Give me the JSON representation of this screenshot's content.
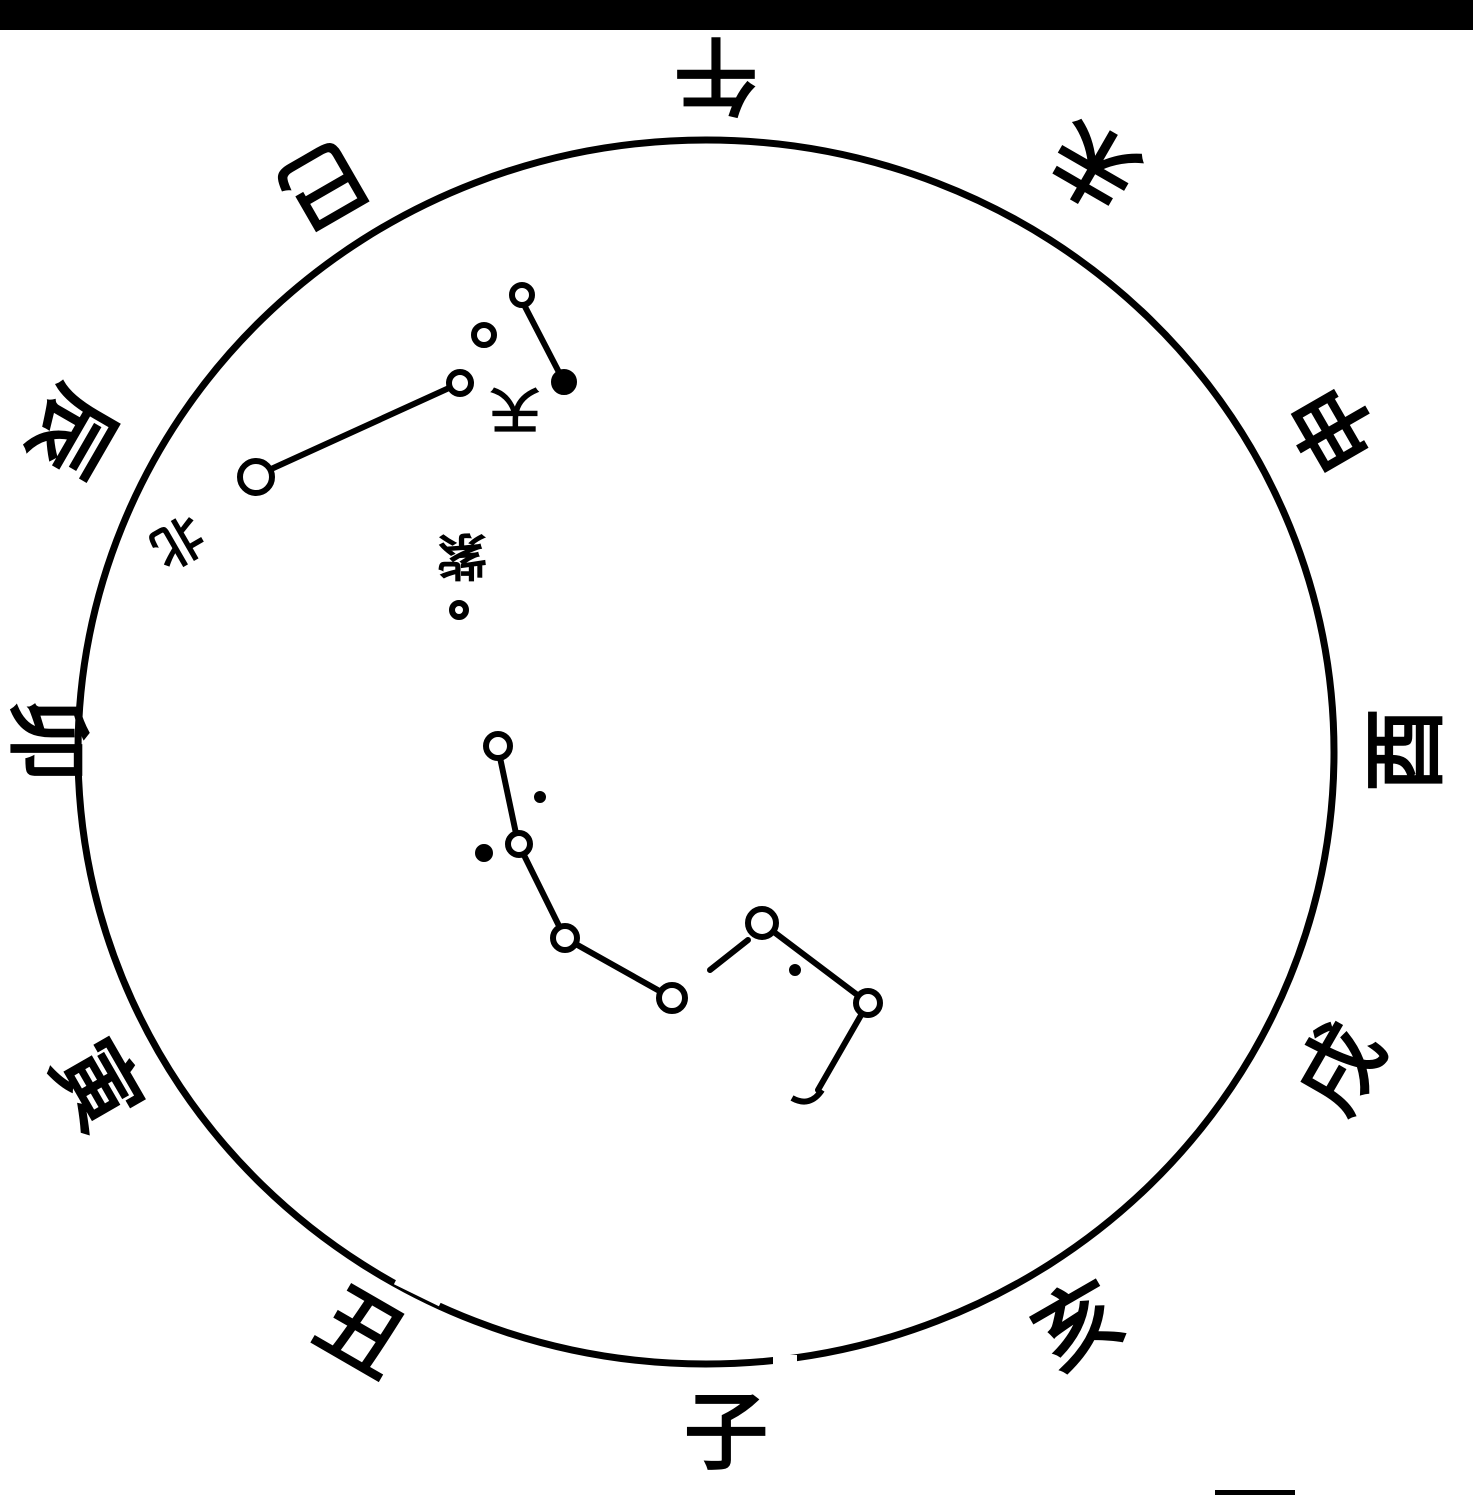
{
  "diagram": {
    "ink_color": "#000000",
    "paper_color": "#ffffff",
    "orientation": "rotated upside-down",
    "branches": [
      {
        "key": "wu",
        "label": "午"
      },
      {
        "key": "wei",
        "label": "未"
      },
      {
        "key": "shen",
        "label": "申"
      },
      {
        "key": "you",
        "label": "酉"
      },
      {
        "key": "xu",
        "label": "戌"
      },
      {
        "key": "hai",
        "label": "亥"
      },
      {
        "key": "zi",
        "label": "子"
      },
      {
        "key": "chou",
        "label": "丑"
      },
      {
        "key": "yin",
        "label": "寅"
      },
      {
        "key": "mao",
        "label": "卯"
      },
      {
        "key": "chen",
        "label": "辰"
      },
      {
        "key": "si",
        "label": "巳"
      }
    ],
    "star_labels": [
      {
        "key": "a",
        "label": "天"
      },
      {
        "key": "b",
        "label": "北"
      },
      {
        "key": "c",
        "label": "紫"
      }
    ]
  }
}
